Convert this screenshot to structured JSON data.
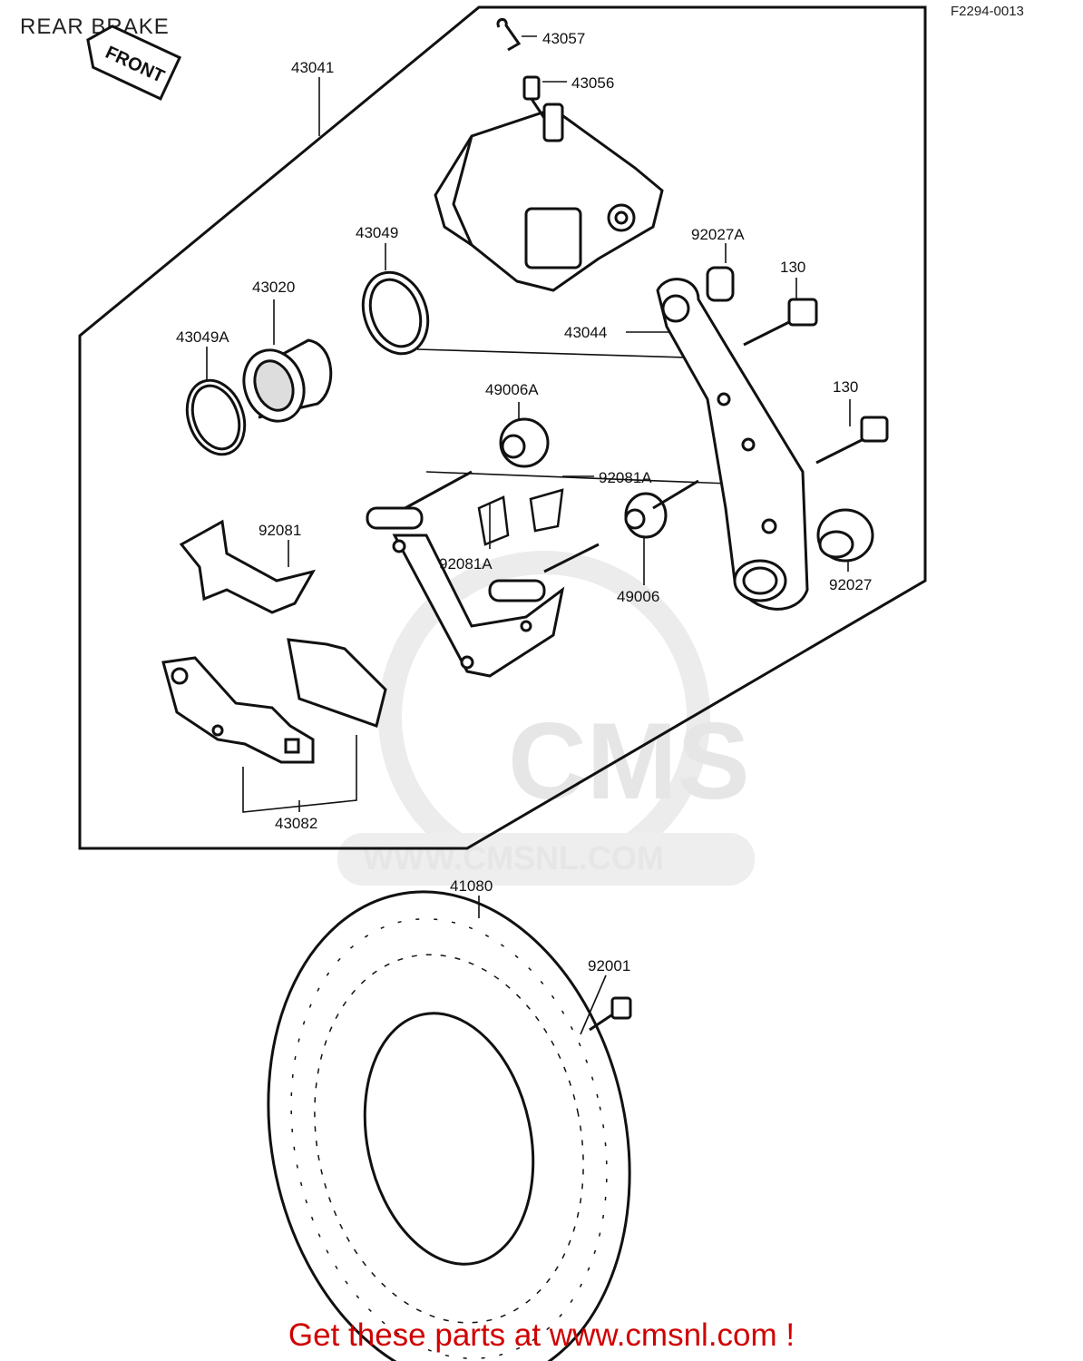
{
  "header": {
    "title": "REAR BRAKE",
    "figure_id": "F2294-0013",
    "front_arrow": "FRONT"
  },
  "watermark": {
    "logo_text": "CMS",
    "url": "WWW.CMSNL.COM"
  },
  "parts": {
    "p43041": "43041",
    "p43057": "43057",
    "p43056": "43056",
    "p43049": "43049",
    "p43020": "43020",
    "p43049A": "43049A",
    "p92027A": "92027A",
    "p130a": "130",
    "p43044": "43044",
    "p130b": "130",
    "p49006A": "49006A",
    "p92081A_top": "92081A",
    "p92081": "92081",
    "p92081A_bot": "92081A",
    "p49006": "49006",
    "p92027": "92027",
    "p43082": "43082",
    "p41080": "41080",
    "p92001": "92001"
  },
  "footer": {
    "cta": "Get these parts at www.cmsnl.com !"
  }
}
